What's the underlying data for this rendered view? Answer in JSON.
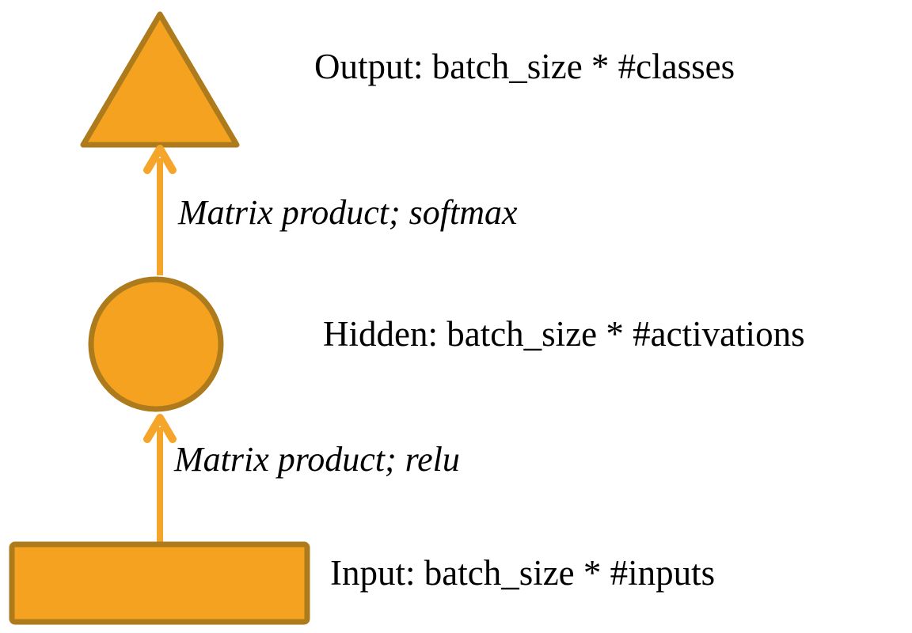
{
  "colors": {
    "background": "#FFFFFF",
    "shape_fill": "#F4A21F",
    "shape_stroke": "#AD7B1B",
    "arrow": "#F5A62A",
    "text": "#000000"
  },
  "nodes": {
    "output": {
      "shape": "triangle",
      "label": "Output: batch_size * #classes"
    },
    "hidden": {
      "shape": "circle",
      "label": "Hidden: batch_size * #activations"
    },
    "input": {
      "shape": "rectangle",
      "label": "Input: batch_size * #inputs"
    }
  },
  "edges": {
    "hidden_to_output": {
      "label": "Matrix product; softmax",
      "style": "italic",
      "direction": "up"
    },
    "input_to_hidden": {
      "label": "Matrix product; relu",
      "style": "italic",
      "direction": "up"
    }
  }
}
